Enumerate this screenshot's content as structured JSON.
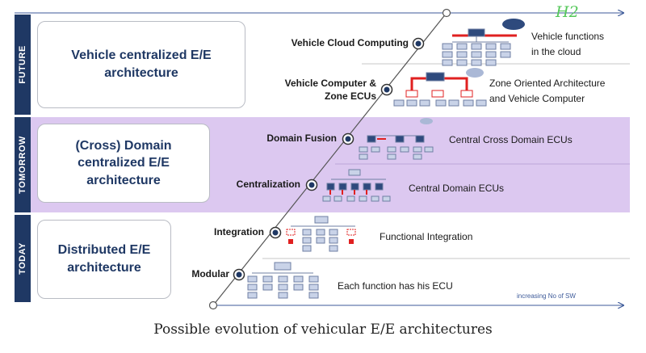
{
  "eras": [
    {
      "tag": "FUTURE",
      "box": "Vehicle centralized E/E\narchitecture"
    },
    {
      "tag": "TOMORROW",
      "box": "(Cross) Domain\ncentralized E/E\narchitecture"
    },
    {
      "tag": "TODAY",
      "box": "Distributed E/E\narchitecture"
    }
  ],
  "stages": [
    {
      "label": "Vehicle Cloud Computing",
      "description": "Vehicle functions\nin the cloud"
    },
    {
      "label": "Vehicle Computer &\nZone ECUs",
      "description": "Zone Oriented Architecture\nand Vehicle Computer"
    },
    {
      "label": "Domain Fusion",
      "description": "Central Cross Domain ECUs"
    },
    {
      "label": "Centralization",
      "description": "Central Domain ECUs"
    },
    {
      "label": "Integration",
      "description": "Functional Integration"
    },
    {
      "label": "Modular",
      "description": "Each function has his ECU"
    }
  ],
  "axis_note": "increasing No of SW",
  "caption": "Possible evolution of vehicular E/E architectures",
  "logo_text": "H2",
  "colors": {
    "navy": "#1f3864",
    "tomorrow_band": "#dcc8f0",
    "accent_red": "#e02020",
    "node_blue": "#3f5a8a"
  }
}
